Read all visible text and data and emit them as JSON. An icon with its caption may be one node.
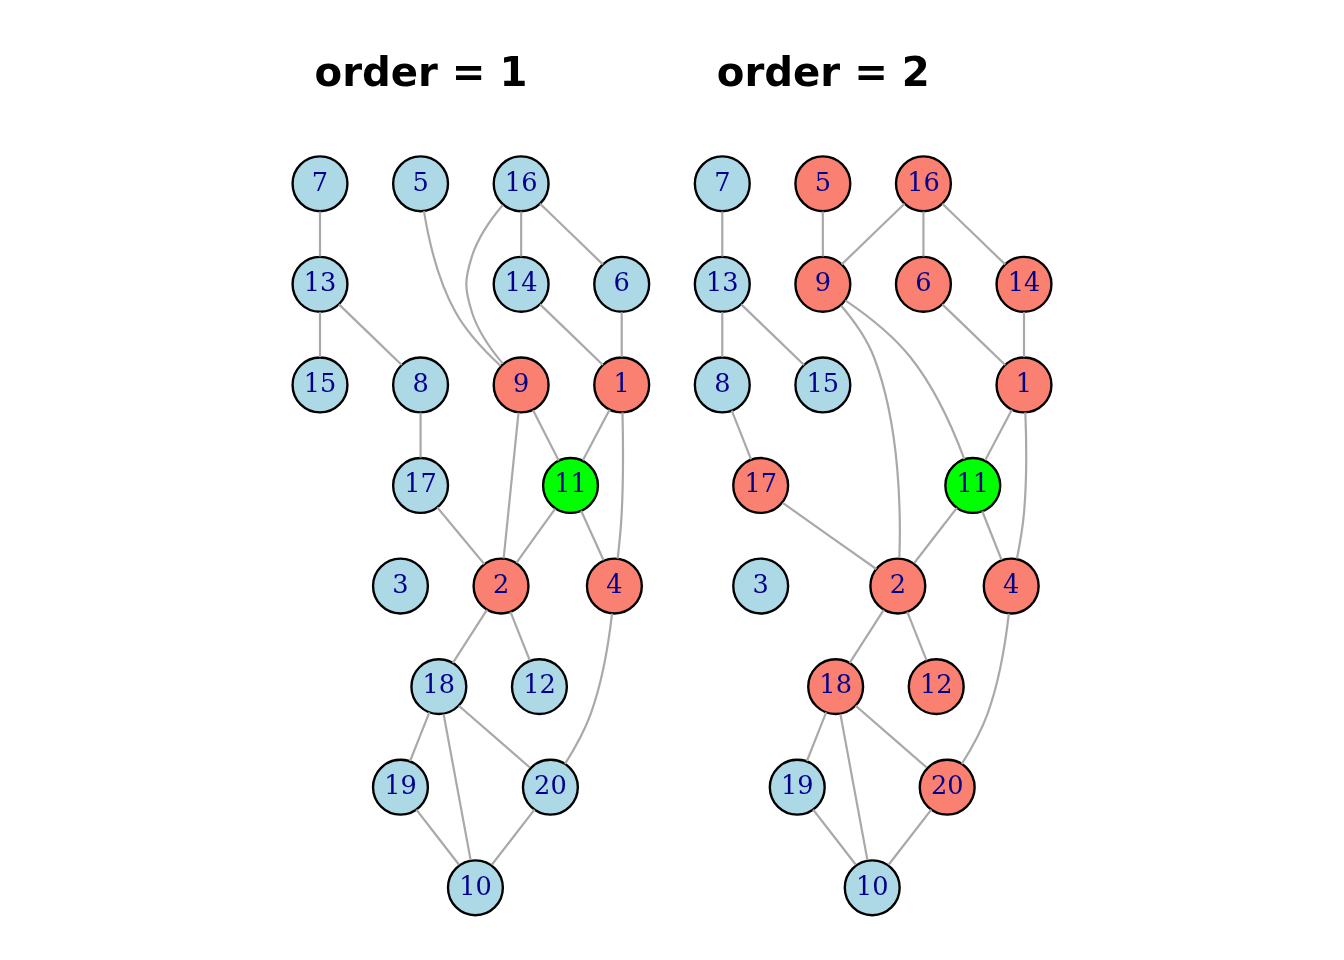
{
  "diagram": {
    "nodes": [
      {
        "text": [
          "1"
        ]
      },
      {
        "text": [
          "2"
        ]
      },
      {
        "text": [
          "3"
        ]
      },
      {
        "text": [
          "4"
        ]
      },
      {
        "text": [
          "5"
        ]
      },
      {
        "text": [
          "6"
        ]
      },
      {
        "text": [
          "7"
        ]
      },
      {
        "text": [
          "8"
        ]
      },
      {
        "text": [
          "9"
        ]
      },
      {
        "text": [
          "10"
        ]
      },
      {
        "text": [
          "11"
        ]
      },
      {
        "text": [
          "12"
        ]
      },
      {
        "text": [
          "13"
        ]
      },
      {
        "text": [
          "14"
        ]
      },
      {
        "text": [
          "15"
        ]
      },
      {
        "text": [
          "16"
        ]
      },
      {
        "text": [
          "17"
        ]
      },
      {
        "text": [
          "18"
        ]
      },
      {
        "text": [
          "19"
        ]
      },
      {
        "text": [
          "20"
        ]
      },
      {
        "text": [
          "1"
        ]
      },
      {
        "text": [
          "2"
        ]
      },
      {
        "text": [
          "3"
        ]
      },
      {
        "text": [
          "4"
        ]
      },
      {
        "text": [
          "5"
        ]
      },
      {
        "text": [
          "6"
        ]
      },
      {
        "text": [
          "7"
        ]
      },
      {
        "text": [
          "8"
        ]
      },
      {
        "text": [
          "9"
        ]
      },
      {
        "text": [
          "10"
        ]
      },
      {
        "text": [
          "11"
        ]
      },
      {
        "text": [
          "12"
        ]
      },
      {
        "text": [
          "13"
        ]
      },
      {
        "text": [
          "14"
        ]
      },
      {
        "text": [
          "15"
        ]
      },
      {
        "text": [
          "16"
        ]
      },
      {
        "text": [
          "17"
        ]
      },
      {
        "text": [
          "18"
        ]
      },
      {
        "text": [
          "19"
        ]
      },
      {
        "text": [
          "20"
        ]
      }
    ],
    "edges": [
      {
        "from": 6,
        "to": 12,
        "arrow": "none"
      },
      {
        "from": 12,
        "to": 14,
        "arrow": "none"
      },
      {
        "from": 12,
        "to": 7,
        "arrow": "none"
      },
      {
        "from": 7,
        "to": 16,
        "arrow": "none"
      },
      {
        "from": 16,
        "to": 1,
        "arrow": "none"
      },
      {
        "from": 1,
        "to": 11,
        "arrow": "none"
      },
      {
        "from": 8,
        "to": 1,
        "arrow": "none"
      },
      {
        "from": 10,
        "to": 1,
        "arrow": "none"
      },
      {
        "from": 1,
        "to": 17,
        "arrow": "none"
      },
      {
        "from": 4,
        "to": 8,
        "arrow": "none"
      },
      {
        "from": 15,
        "to": 8,
        "arrow": "none"
      },
      {
        "from": 8,
        "to": 10,
        "arrow": "none"
      },
      {
        "from": 15,
        "to": 5,
        "arrow": "none"
      },
      {
        "from": 15,
        "to": 13,
        "arrow": "none"
      },
      {
        "from": 5,
        "to": 0,
        "arrow": "none"
      },
      {
        "from": 13,
        "to": 0,
        "arrow": "none"
      },
      {
        "from": 0,
        "to": 10,
        "arrow": "none"
      },
      {
        "from": 10,
        "to": 3,
        "arrow": "none"
      },
      {
        "from": 0,
        "to": 3,
        "arrow": "none"
      },
      {
        "from": 3,
        "to": 19,
        "arrow": "none"
      },
      {
        "from": 17,
        "to": 19,
        "arrow": "none"
      },
      {
        "from": 17,
        "to": 18,
        "arrow": "none"
      },
      {
        "from": 17,
        "to": 9,
        "arrow": "none"
      },
      {
        "from": 18,
        "to": 9,
        "arrow": "none"
      },
      {
        "from": 19,
        "to": 9,
        "arrow": "none"
      },
      {
        "from": 26,
        "to": 32,
        "arrow": "none"
      },
      {
        "from": 32,
        "to": 34,
        "arrow": "none"
      },
      {
        "from": 32,
        "to": 27,
        "arrow": "none"
      },
      {
        "from": 27,
        "to": 36,
        "arrow": "none"
      },
      {
        "from": 36,
        "to": 21,
        "arrow": "none"
      },
      {
        "from": 21,
        "to": 31,
        "arrow": "none"
      },
      {
        "from": 28,
        "to": 21,
        "arrow": "none"
      },
      {
        "from": 30,
        "to": 21,
        "arrow": "none"
      },
      {
        "from": 21,
        "to": 37,
        "arrow": "none"
      },
      {
        "from": 24,
        "to": 28,
        "arrow": "none"
      },
      {
        "from": 35,
        "to": 28,
        "arrow": "none"
      },
      {
        "from": 28,
        "to": 30,
        "arrow": "none"
      },
      {
        "from": 35,
        "to": 25,
        "arrow": "none"
      },
      {
        "from": 35,
        "to": 33,
        "arrow": "none"
      },
      {
        "from": 25,
        "to": 20,
        "arrow": "none"
      },
      {
        "from": 33,
        "to": 20,
        "arrow": "none"
      },
      {
        "from": 20,
        "to": 30,
        "arrow": "none"
      },
      {
        "from": 30,
        "to": 23,
        "arrow": "none"
      },
      {
        "from": 20,
        "to": 23,
        "arrow": "none"
      },
      {
        "from": 23,
        "to": 39,
        "arrow": "none"
      },
      {
        "from": 37,
        "to": 39,
        "arrow": "none"
      },
      {
        "from": 37,
        "to": 38,
        "arrow": "none"
      },
      {
        "from": 37,
        "to": 29,
        "arrow": "none"
      },
      {
        "from": 38,
        "to": 29,
        "arrow": "none"
      },
      {
        "from": 39,
        "to": 29,
        "arrow": "none"
      }
    ],
    "labels": [
      "order = 1",
      "order = 2"
    ]
  }
}
